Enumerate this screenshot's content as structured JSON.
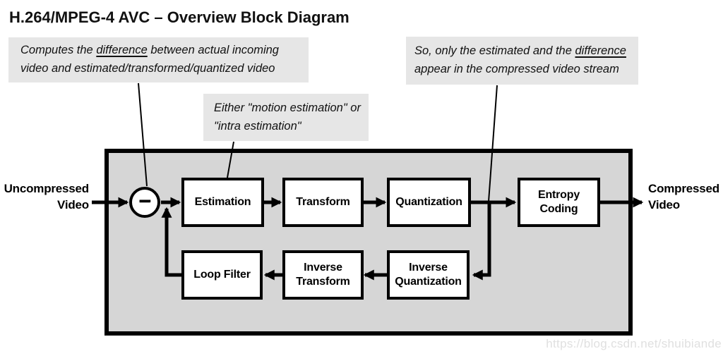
{
  "title": "H.264/MPEG-4 AVC – Overview Block Diagram",
  "annotations": {
    "left": {
      "pre": "Computes the ",
      "underlined": "difference",
      "post": " between actual incoming\nvideo and estimated/transformed/quantized video"
    },
    "middle": {
      "text": "Either \"motion estimation\" or\n\"intra estimation\""
    },
    "right": {
      "pre": "So, only the estimated and the ",
      "underlined": "difference",
      "post": "\nappear in the compressed video stream"
    }
  },
  "io_labels": {
    "input": "Uncompressed\nVideo",
    "output": "Compressed\nVideo"
  },
  "diagram": {
    "subtract_symbol": "−",
    "blocks": {
      "estimation": "Estimation",
      "transform": "Transform",
      "quantization": "Quantization",
      "entropy_coding": "Entropy\nCoding",
      "loop_filter": "Loop Filter",
      "inverse_transform": "Inverse\nTransform",
      "inverse_quantization": "Inverse\nQuantization"
    }
  },
  "colors": {
    "diagram_fill": "#d6d6d6",
    "note_fill": "#e6e6e6",
    "line": "#000000",
    "watermark_text": "#e0e0e0"
  },
  "watermark": "https://blog.csdn.net/shuibiande"
}
